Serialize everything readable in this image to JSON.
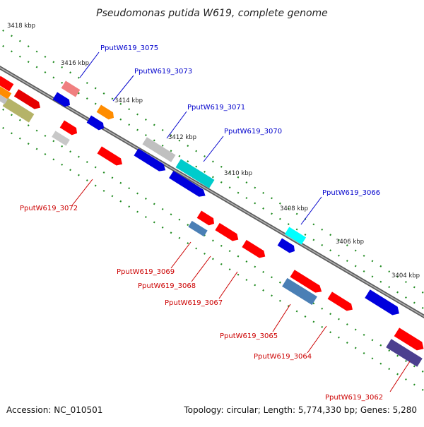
{
  "title": "Pseudomonas putida W619, complete genome",
  "footer": {
    "accession": "Accession: NC_010501",
    "topology": "Topology: circular; Length: 5,774,330 bp; Genes: 5,280"
  },
  "colors": {
    "background": "#ffffff",
    "backbone": "#7a7a7a",
    "tick_green": "#1f8a1f",
    "label_top": "#0000cc",
    "label_bottom": "#cc0000"
  },
  "scale_labels": [
    "3418 kbp",
    "3416 kbp",
    "3414 kbp",
    "3412 kbp",
    "3410 kbp",
    "3408 kbp",
    "3406 kbp",
    "3404 kbp"
  ],
  "top_gene_labels": [
    "PputW619_3075",
    "PputW619_3073",
    "PputW619_3071",
    "PputW619_3070",
    "PputW619_3066"
  ],
  "bottom_gene_labels": [
    "PputW619_3072",
    "PputW619_3069",
    "PputW619_3068",
    "PputW619_3067",
    "PputW619_3065",
    "PputW619_3064",
    "PputW619_3062"
  ]
}
